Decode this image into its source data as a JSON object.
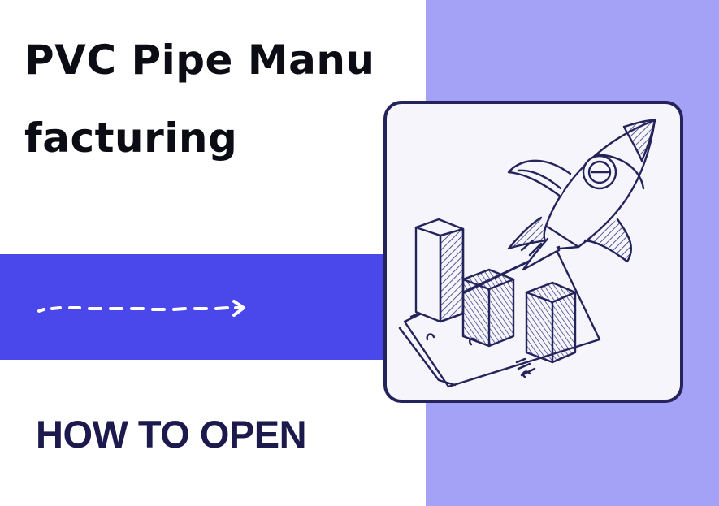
{
  "title": "PVC Pipe Manufacturing",
  "subtitle": "HOW TO OPEN",
  "icons": {
    "arrow": "dashed-arrow-icon",
    "illustration": "rocket-bar-chart-illustration"
  },
  "colors": {
    "background": "#ffffff",
    "right_panel": "#a3a2f7",
    "band": "#4a48ea",
    "title_text": "#0c0c14",
    "subtitle_text": "#1c1a4d",
    "card_border": "#24235a",
    "card_fill": "#f5f5fb"
  }
}
